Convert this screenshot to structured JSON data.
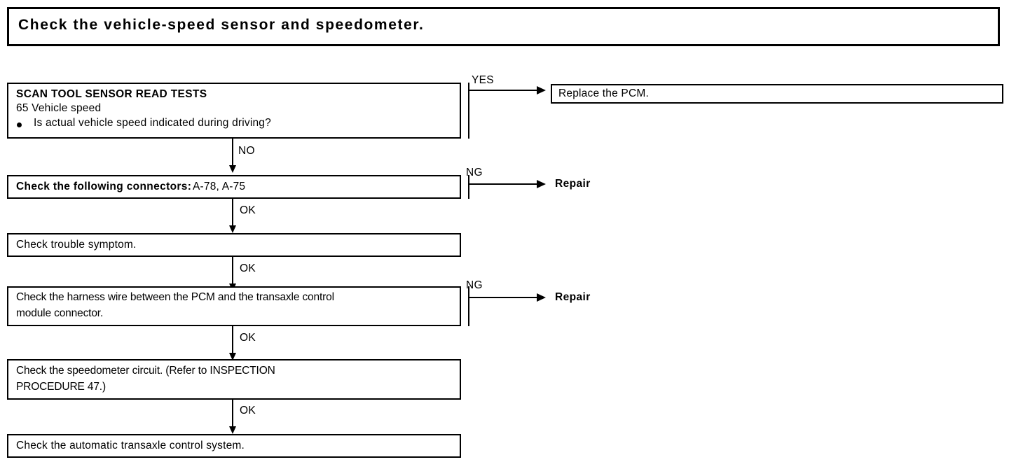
{
  "title": {
    "text": "Check the vehicle-speed sensor and speedometer."
  },
  "flow": {
    "boxes": [
      {
        "id": "scan-tool-test",
        "lines": [
          {
            "text": "SCAN TOOL SENSOR READ TESTS",
            "bold": true
          },
          {
            "text": "65 Vehicle speed",
            "bold": false
          },
          {
            "text": "Is actual vehicle speed indicated during driving?",
            "bold": false,
            "bullet": true
          }
        ]
      },
      {
        "id": "check-connectors",
        "lines": [
          {
            "text": "Check the following connectors:",
            "bold": true
          },
          {
            "text": "A-78, A-75",
            "bold": false
          }
        ]
      },
      {
        "id": "check-trouble-symptom",
        "lines": [
          {
            "text": "Check trouble symptom.",
            "bold": false
          }
        ]
      },
      {
        "id": "check-harness-wire",
        "lines": [
          {
            "text": "Check the harness wire between the PCM and the transaxle control",
            "bold": false
          },
          {
            "text": "module connector.",
            "bold": false
          }
        ]
      },
      {
        "id": "check-speedometer-circuit",
        "lines": [
          {
            "text": "Check the speedometer circuit. (Refer  to  INSPECTION",
            "bold": false
          },
          {
            "text": "PROCEDURE 47.)",
            "bold": false
          }
        ]
      },
      {
        "id": "check-automatic-transaxle",
        "lines": [
          {
            "text": "Check the automatic transaxle control system.",
            "bold": false
          }
        ]
      }
    ],
    "branch_labels": {
      "yes": "YES",
      "no": "NO",
      "ng_connectors": "NG",
      "ng_harness": "NG",
      "ok_after_connectors": "OK",
      "ok_after_symptom": "OK",
      "ok_after_harness": "OK",
      "ok_after_speedometer": "OK"
    },
    "outcomes": {
      "replace_pcm": "Replace the PCM.",
      "repair_connectors": "Repair",
      "repair_harness": "Repair"
    }
  },
  "colors": {
    "ink": "#000000",
    "paper": "#ffffff"
  }
}
